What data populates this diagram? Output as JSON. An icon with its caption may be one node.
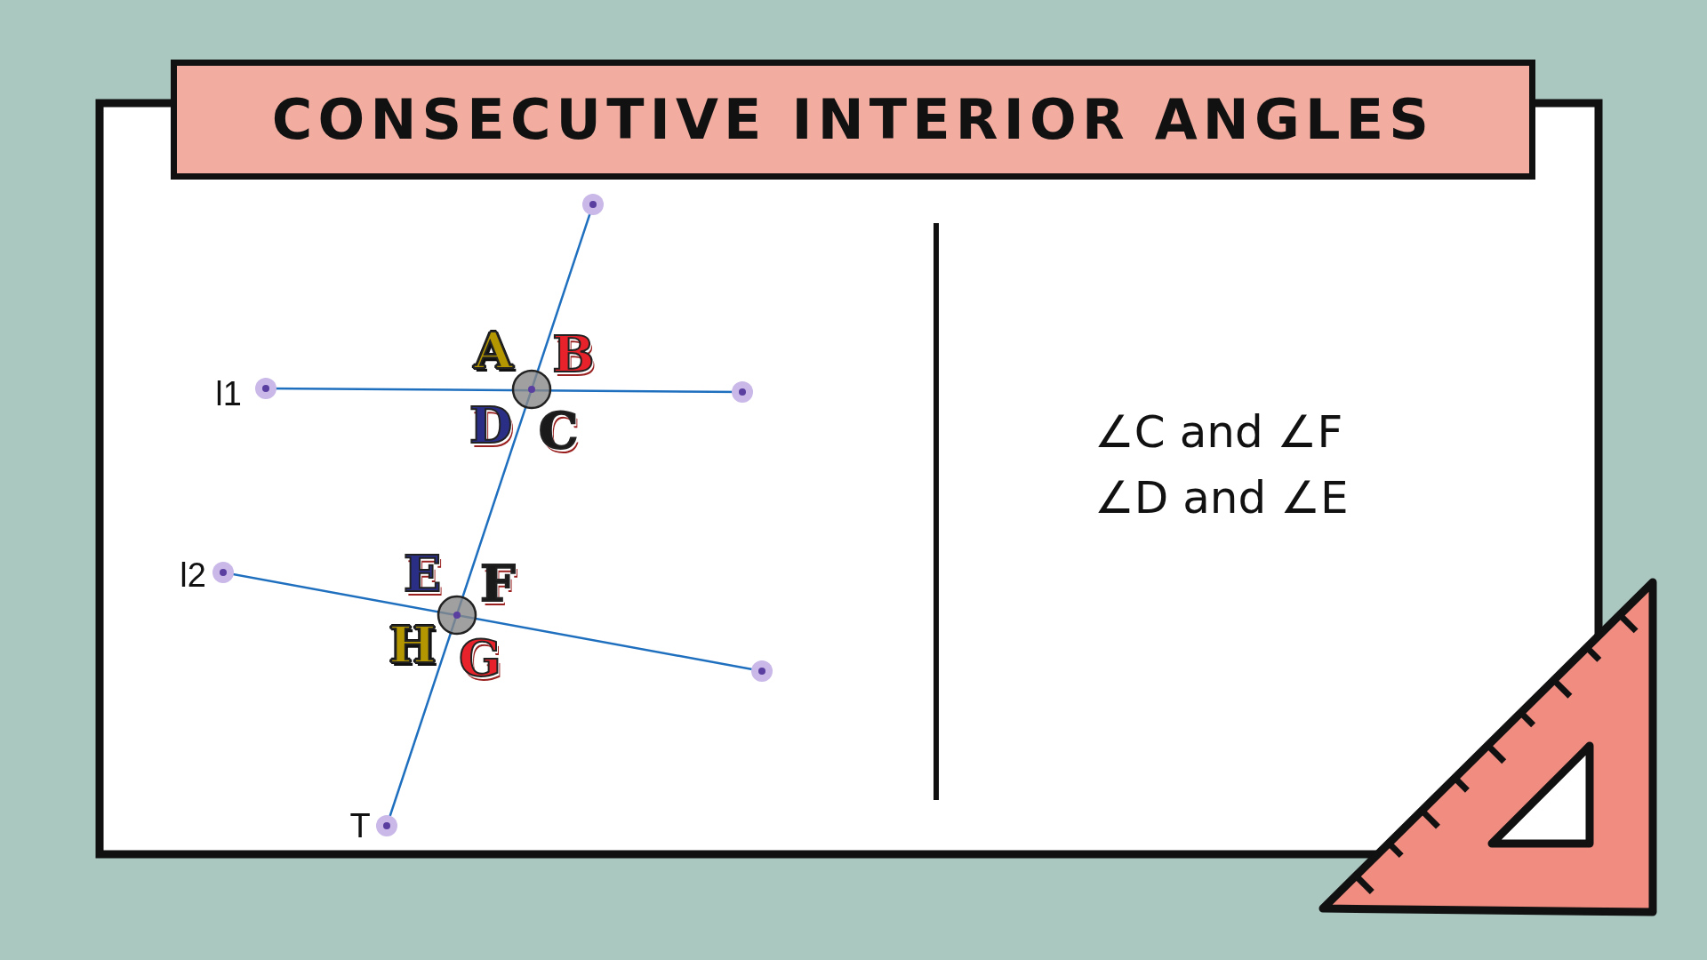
{
  "diagram": {
    "title": "CONSECUTIVE INTERIOR ANGLES",
    "labels": [
      "A",
      "B",
      "l1",
      "D",
      "C",
      "E",
      "F",
      "l2",
      "H",
      "G",
      "T",
      "∠C and ∠F",
      "∠D and ∠E"
    ]
  }
}
